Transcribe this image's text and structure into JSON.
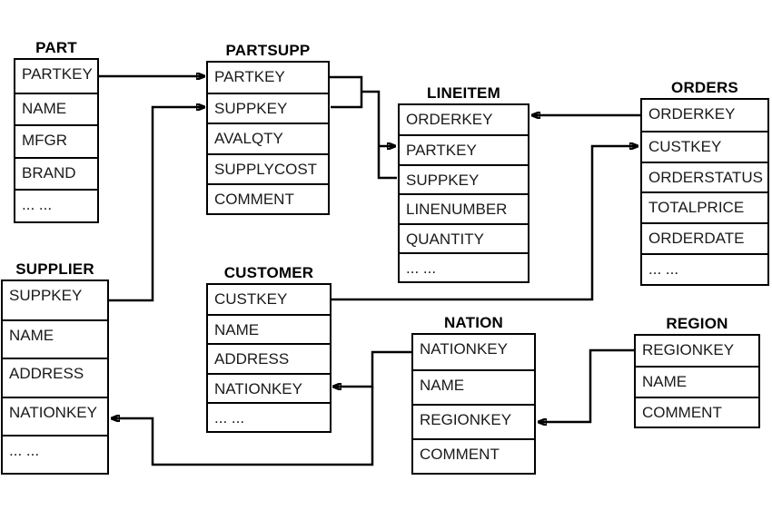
{
  "colors": {
    "line": "#000000",
    "text": "#1a1a1a",
    "background": "#ffffff"
  },
  "tables": [
    {
      "id": "part",
      "title": "PART",
      "fields": [
        "PARTKEY",
        "NAME",
        "MFGR",
        "BRAND",
        "... ..."
      ]
    },
    {
      "id": "partsupp",
      "title": "PARTSUPP",
      "fields": [
        "PARTKEY",
        "SUPPKEY",
        "AVALQTY",
        "SUPPLYCOST",
        "COMMENT"
      ]
    },
    {
      "id": "lineitem",
      "title": "LINEITEM",
      "fields": [
        "ORDERKEY",
        "PARTKEY",
        "SUPPKEY",
        "LINENUMBER",
        "QUANTITY",
        "... ..."
      ]
    },
    {
      "id": "orders",
      "title": "ORDERS",
      "fields": [
        "ORDERKEY",
        "CUSTKEY",
        "ORDERSTATUS",
        "TOTALPRICE",
        "ORDERDATE",
        "... ..."
      ]
    },
    {
      "id": "supplier",
      "title": "SUPPLIER",
      "fields": [
        "SUPPKEY",
        "NAME",
        "ADDRESS",
        "NATIONKEY",
        "... ..."
      ]
    },
    {
      "id": "customer",
      "title": "CUSTOMER",
      "fields": [
        "CUSTKEY",
        "NAME",
        "ADDRESS",
        "NATIONKEY",
        "... ..."
      ]
    },
    {
      "id": "nation",
      "title": "NATION",
      "fields": [
        "NATIONKEY",
        "NAME",
        "REGIONKEY",
        "COMMENT"
      ]
    },
    {
      "id": "region",
      "title": "REGION",
      "fields": [
        "REGIONKEY",
        "NAME",
        "COMMENT"
      ]
    }
  ],
  "relationships": [
    {
      "from": "PART.PARTKEY",
      "to": "PARTSUPP.PARTKEY"
    },
    {
      "from": "SUPPLIER.SUPPKEY",
      "to": "PARTSUPP.SUPPKEY"
    },
    {
      "from": "PARTSUPP.PARTKEY+SUPPKEY",
      "to": "LINEITEM.PARTKEY"
    },
    {
      "from": "PARTSUPP.PARTKEY+SUPPKEY",
      "to": "LINEITEM.SUPPKEY"
    },
    {
      "from": "ORDERS.ORDERKEY",
      "to": "LINEITEM.ORDERKEY"
    },
    {
      "from": "CUSTOMER.CUSTKEY",
      "to": "ORDERS.CUSTKEY"
    },
    {
      "from": "NATION.NATIONKEY",
      "to": "CUSTOMER.NATIONKEY"
    },
    {
      "from": "NATION.NATIONKEY",
      "to": "SUPPLIER.NATIONKEY"
    },
    {
      "from": "REGION.REGIONKEY",
      "to": "NATION.REGIONKEY"
    }
  ]
}
